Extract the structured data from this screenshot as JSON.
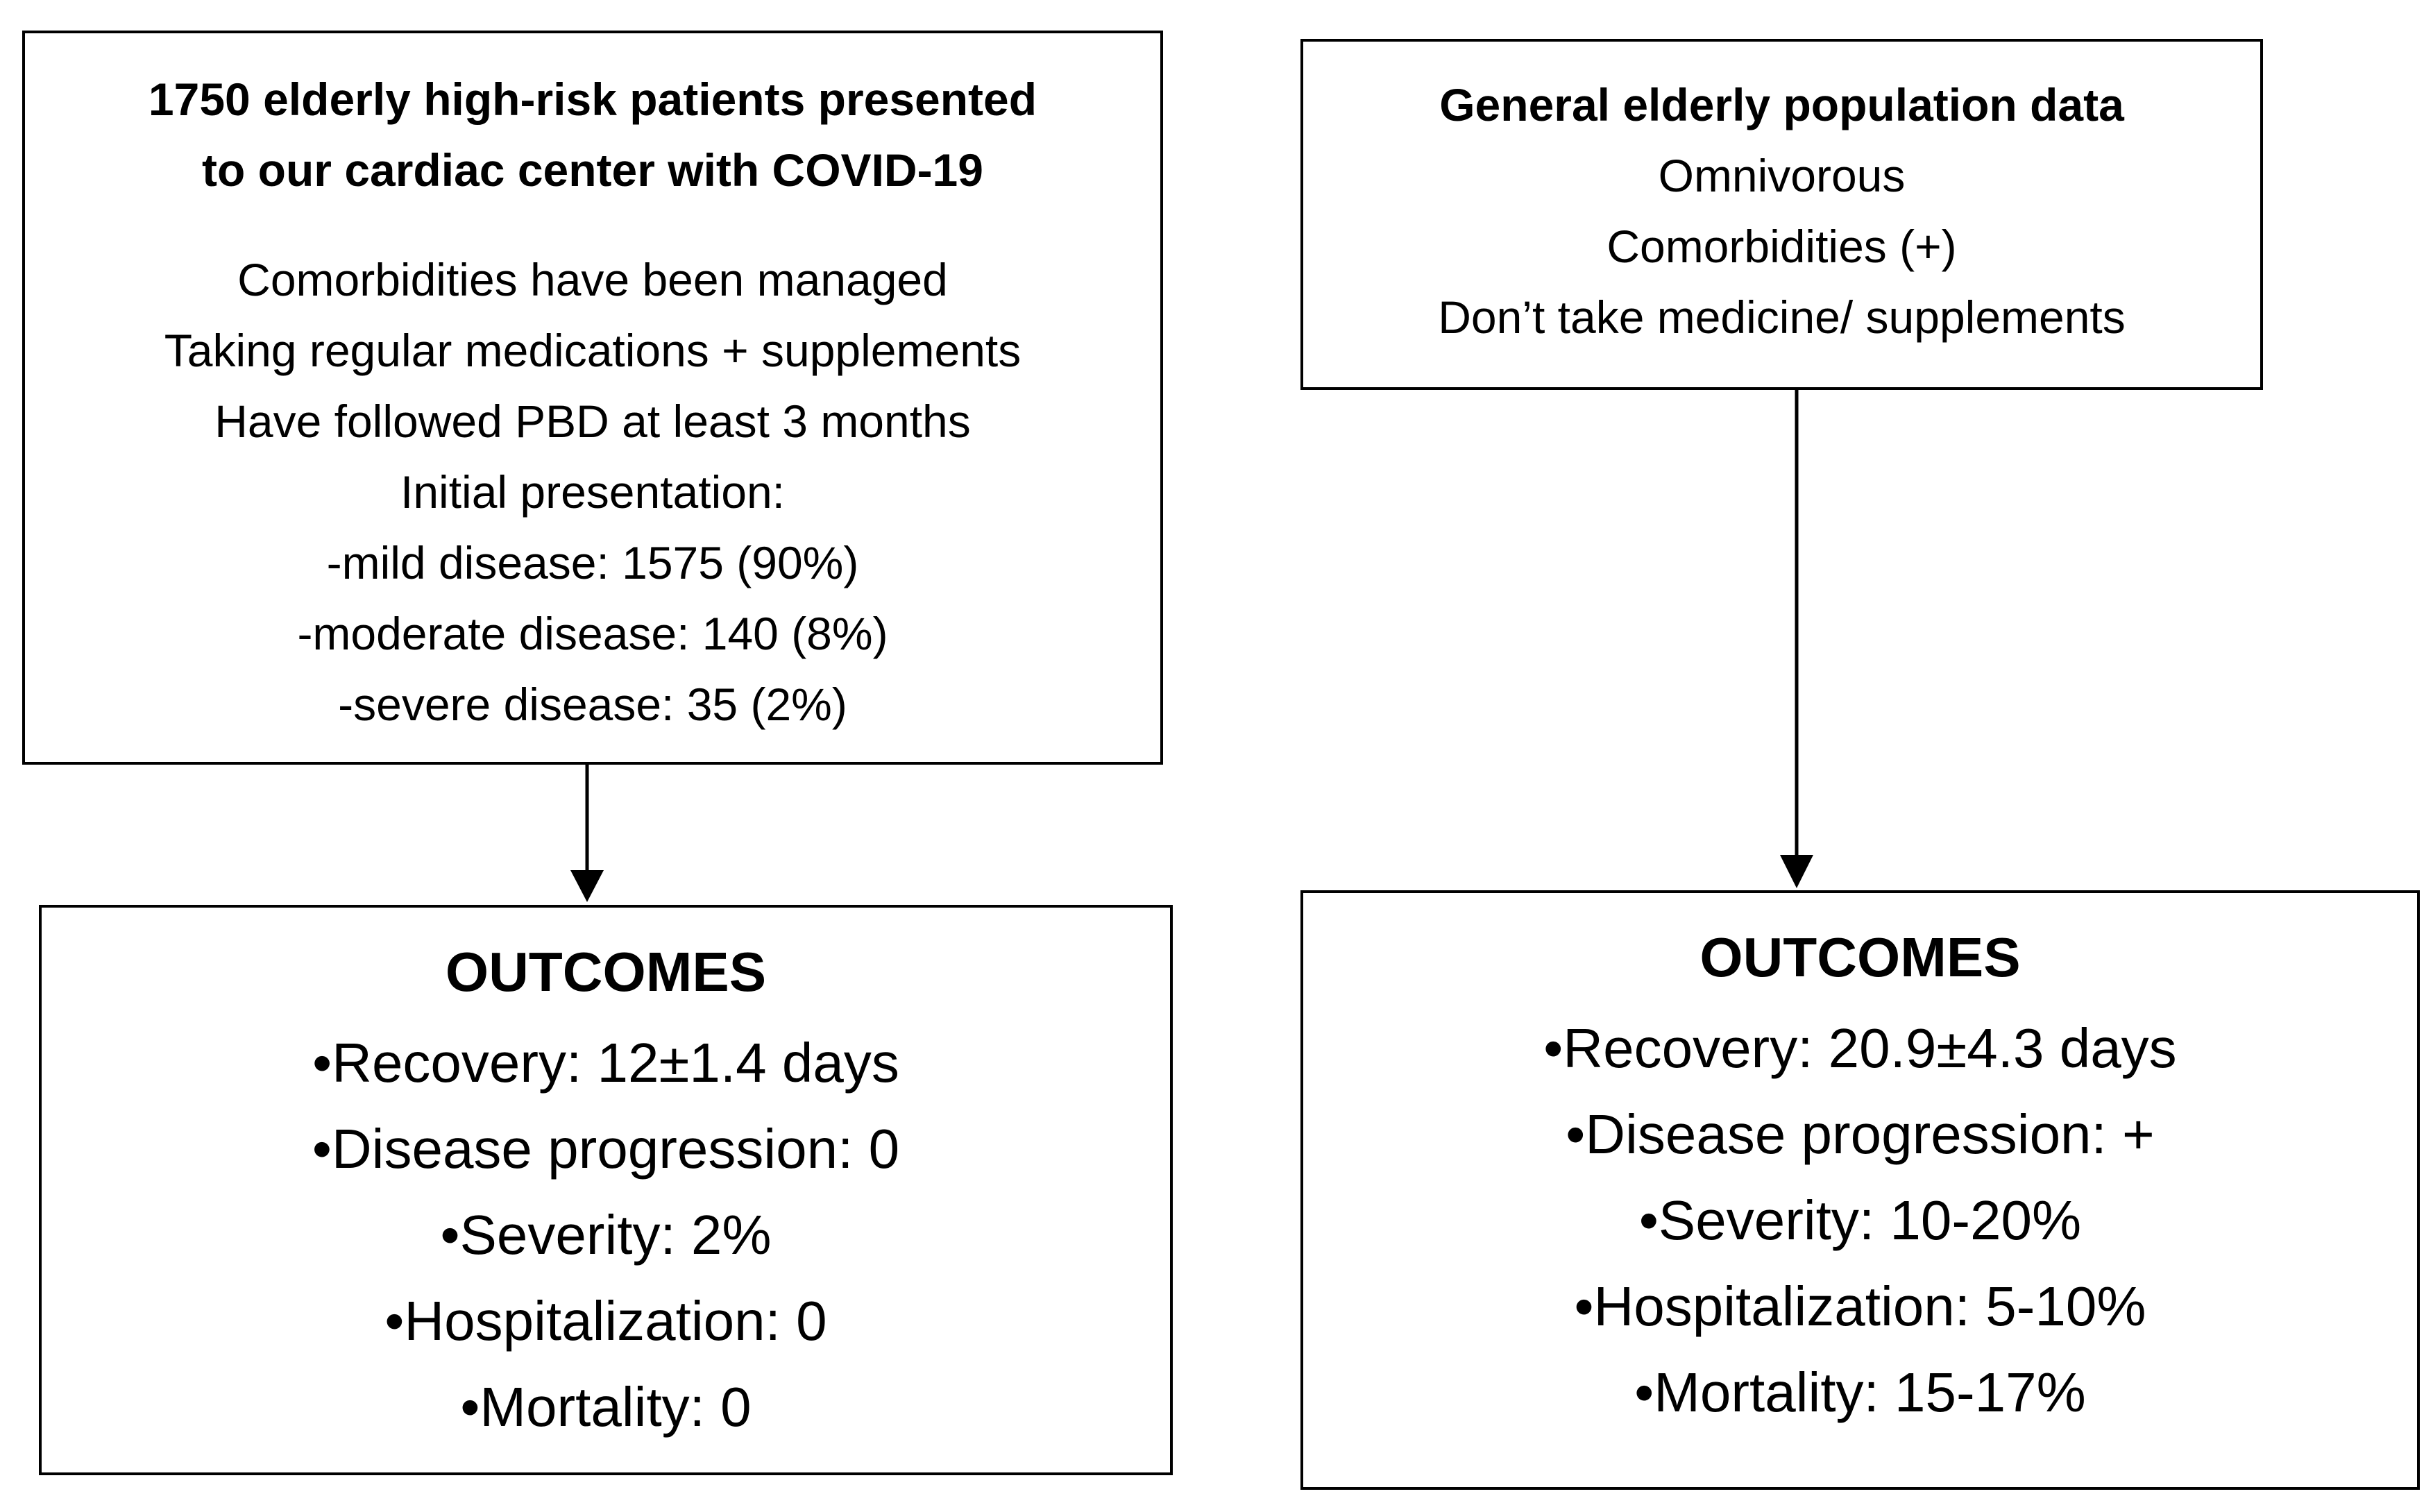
{
  "cohort": {
    "title_lines": [
      "1750 elderly high-risk patients presented",
      "to our cardiac center with COVID-19"
    ],
    "detail_lines": [
      "Comorbidities have been managed",
      "Taking regular medications + supplements",
      "Have followed PBD at least 3 months",
      "Initial presentation:",
      "-mild disease: 1575 (90%)",
      "-moderate disease: 140 (8%)",
      "-severe disease: 35 (2%)"
    ]
  },
  "general": {
    "title": "General elderly population data",
    "detail_lines": [
      "Omnivorous",
      "Comorbidities (+)",
      "Don’t take medicine/ supplements"
    ]
  },
  "outcomes_left": {
    "title": "OUTCOMES",
    "items": [
      "•Recovery: 12±1.4 days",
      "•Disease progression: 0",
      "•Severity: 2%",
      "•Hospitalization: 0",
      "•Mortality: 0"
    ]
  },
  "outcomes_right": {
    "title": "OUTCOMES",
    "items": [
      "•Recovery: 20.9±4.3 days",
      "•Disease progression: +",
      "•Severity: 10-20%",
      "•Hospitalization: 5-10%",
      "•Mortality: 15-17%"
    ]
  }
}
